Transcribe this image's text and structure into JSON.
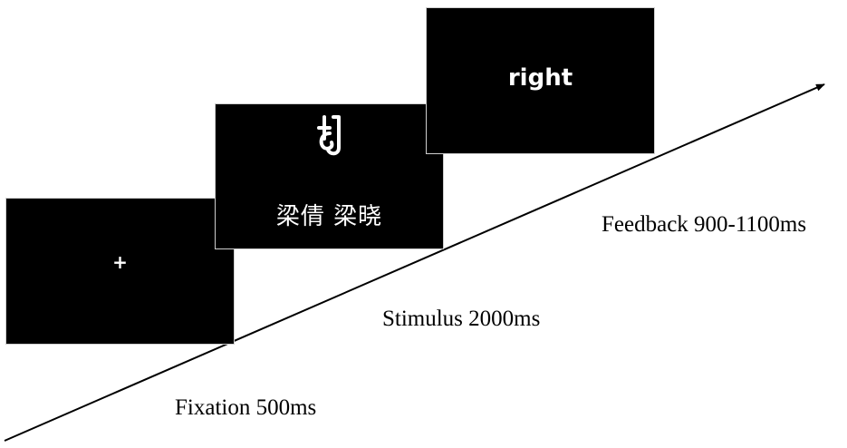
{
  "screens": {
    "fixation": {
      "symbol": "+"
    },
    "stimulus": {
      "cue_icon": "ligature-symbol-icon",
      "names": "梁倩 梁晓"
    },
    "feedback": {
      "word": "right"
    }
  },
  "labels": {
    "fixation": "Fixation 500ms",
    "stimulus": "Stimulus 2000ms",
    "feedback": "Feedback 900-1100ms"
  },
  "colors": {
    "screen_background": "#000000",
    "screen_text": "#ffffff",
    "arrow": "#000000"
  }
}
